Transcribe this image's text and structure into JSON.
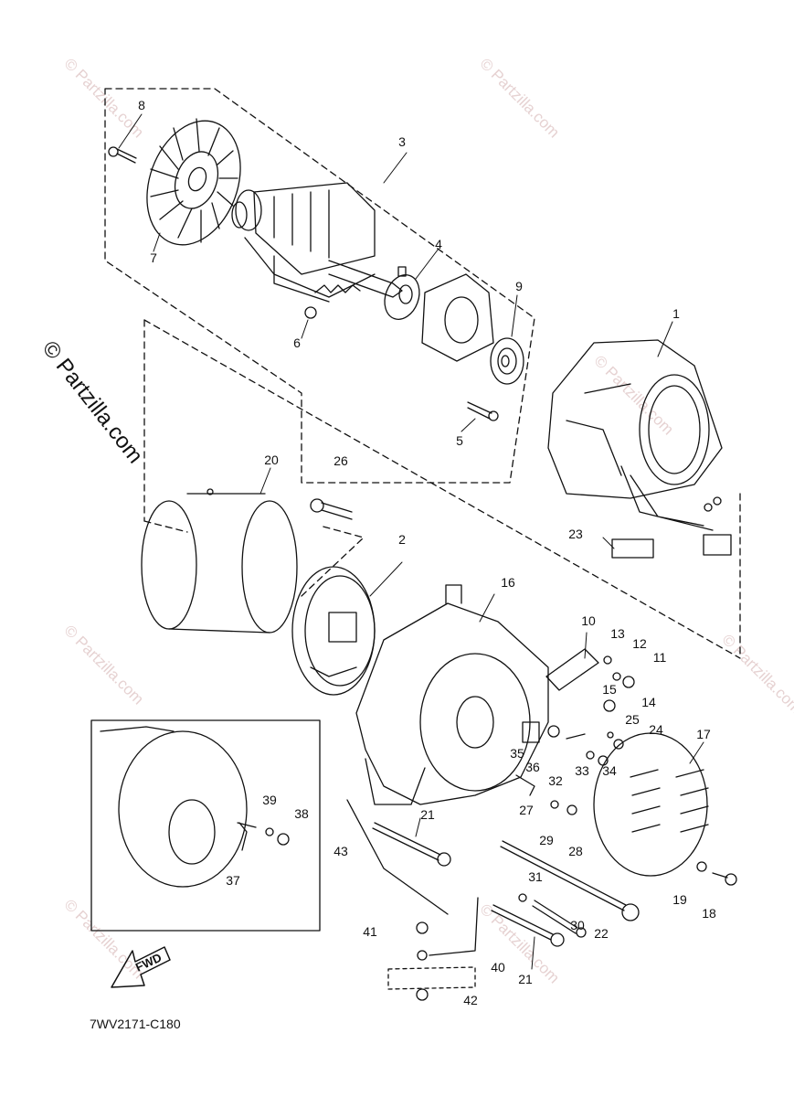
{
  "diagram": {
    "drawing_code": "7WV2171-C180",
    "watermark": "© Partzilla.com",
    "fwd_label": "FWD",
    "parts": [
      {
        "label": "1"
      },
      {
        "label": "2"
      },
      {
        "label": "3"
      },
      {
        "label": "4"
      },
      {
        "label": "5"
      },
      {
        "label": "6"
      },
      {
        "label": "7"
      },
      {
        "label": "8"
      },
      {
        "label": "9"
      },
      {
        "label": "10"
      },
      {
        "label": "11"
      },
      {
        "label": "12"
      },
      {
        "label": "13"
      },
      {
        "label": "14"
      },
      {
        "label": "15"
      },
      {
        "label": "16"
      },
      {
        "label": "17"
      },
      {
        "label": "18"
      },
      {
        "label": "19"
      },
      {
        "label": "20"
      },
      {
        "label": "21"
      },
      {
        "label": "21"
      },
      {
        "label": "22"
      },
      {
        "label": "23"
      },
      {
        "label": "24"
      },
      {
        "label": "25"
      },
      {
        "label": "26"
      },
      {
        "label": "27"
      },
      {
        "label": "28"
      },
      {
        "label": "29"
      },
      {
        "label": "30"
      },
      {
        "label": "31"
      },
      {
        "label": "32"
      },
      {
        "label": "33"
      },
      {
        "label": "34"
      },
      {
        "label": "35"
      },
      {
        "label": "36"
      },
      {
        "label": "37"
      },
      {
        "label": "38"
      },
      {
        "label": "39"
      },
      {
        "label": "40"
      },
      {
        "label": "41"
      },
      {
        "label": "42"
      },
      {
        "label": "43"
      }
    ],
    "colors": {
      "line": "#111111",
      "watermark": "#e6d2d2"
    }
  }
}
